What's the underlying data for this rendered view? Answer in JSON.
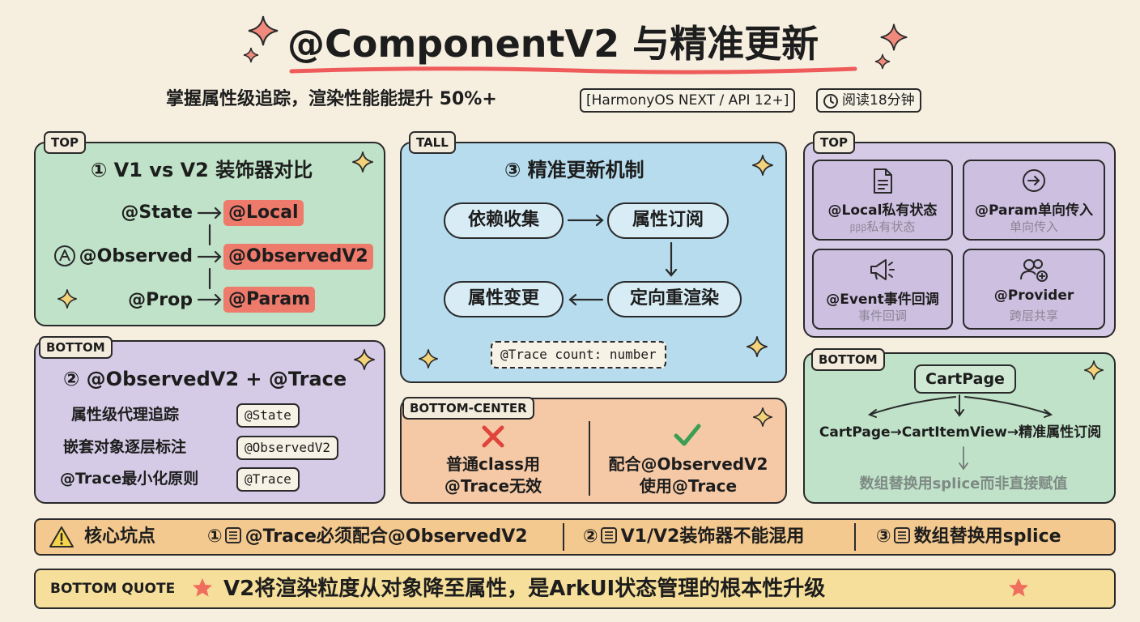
{
  "header": {
    "title": "@ComponentV2 与精准更新",
    "subtitle": "掌握属性级追踪，渲染性能能提升 50%+",
    "badge_platform": "[HarmonyOS NEXT / API 12+]",
    "badge_time": "阅读18分钟"
  },
  "panel1": {
    "tag": "TOP",
    "title": "① V1 vs V2 装饰器对比",
    "rows": [
      {
        "v1": "@State",
        "v2": "@Local"
      },
      {
        "v1": "@Observed",
        "v2": "@ObservedV2"
      },
      {
        "v1": "@Prop",
        "v2": "@Param"
      }
    ]
  },
  "panel2": {
    "tag": "BOTTOM",
    "title": "② @ObservedV2 + @Trace",
    "rows": [
      {
        "label": "属性级代理追踪",
        "code": "@State"
      },
      {
        "label": "嵌套对象逐层标注",
        "code": "@ObservedV2"
      },
      {
        "label": "@Trace最小化原则",
        "code": "@Trace"
      }
    ]
  },
  "panel3": {
    "tag": "TALL",
    "title": "③ 精准更新机制",
    "nodes": {
      "collect": "依赖收集",
      "subscribe": "属性订阅",
      "change": "属性变更",
      "rerender": "定向重渲染"
    },
    "code": "@Trace count: number"
  },
  "panel4": {
    "tag": "BOTTOM-CENTER",
    "bad_text_1": "普通class用",
    "bad_text_2": "@Trace无效",
    "good_text_1": "配合@ObservedV2",
    "good_text_2": "使用@Trace"
  },
  "panel5": {
    "tag": "TOP",
    "cards": [
      {
        "label": "@Local私有状态",
        "sub": "私有状态",
        "sub_prefix": "ꞵꞵꞵ",
        "icon": "document-icon"
      },
      {
        "label": "@Param单向传入",
        "sub": "单向传入",
        "icon": "arrow-circle-icon"
      },
      {
        "label": "@Event事件回调",
        "sub": "事件回调",
        "icon": "megaphone-icon"
      },
      {
        "label": "@Provider",
        "sub": "跨层共享",
        "icon": "users-add-icon"
      }
    ]
  },
  "panel6": {
    "tag": "BOTTOM",
    "root": "CartPage",
    "chain": "CartPage→CartItemView→精准属性订阅",
    "note": "数组替换用splice而非直接赋值"
  },
  "pitfalls": {
    "label": "核心坑点",
    "items": [
      {
        "num": "①",
        "text": "@Trace必须配合@ObservedV2"
      },
      {
        "num": "②",
        "text": "V1/V2装饰器不能混用"
      },
      {
        "num": "③",
        "text": "数组替换用splice"
      }
    ]
  },
  "quote": {
    "tag": "BOTTOM QUOTE",
    "text": "V2将渲染粒度从对象降至属性，是ArkUI状态管理的根本性升级"
  },
  "colors": {
    "background": "#f6efe0",
    "green_panel": "#bfe2c8",
    "purple_panel": "#d5cbe6",
    "blue_panel": "#b6dcee",
    "orange_panel": "#f5c9a6",
    "highlight": "#ee7a6c",
    "title_underline": "#ef5b5b",
    "bar": "#f4c98f"
  }
}
